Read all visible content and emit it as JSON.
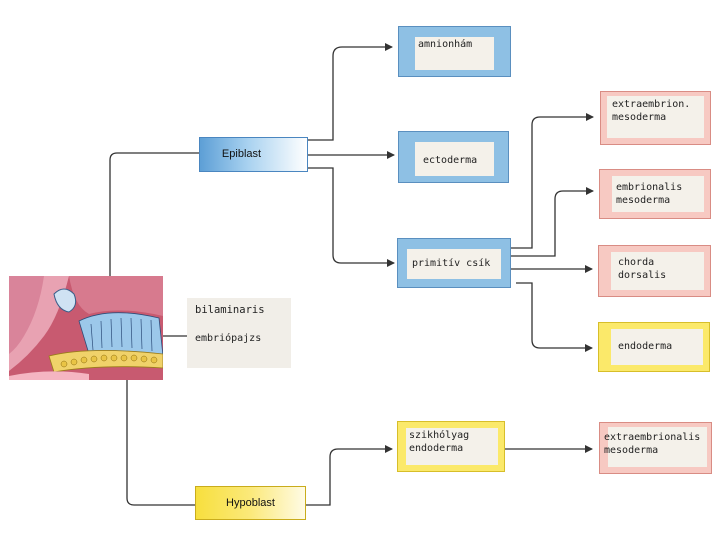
{
  "colors": {
    "blue": "#8ec0e4",
    "blue_border": "#5a8fbf",
    "pink": "#f7c9c2",
    "pink_border": "#d98c84",
    "yellow": "#fbe96a",
    "yellow_border": "#d7be2a",
    "line": "#333333"
  },
  "nodes": {
    "epiblast": "Epiblast",
    "hypoblast": "Hypoblast",
    "amnionhám": "amnionhám",
    "ectoderma": "ectoderma",
    "primitiv_csik": "primitív csík",
    "extraembrion_mesoderma": "extraembrion.\nmesoderma",
    "embrionalis_mesoderma": "embrionalis\nmesoderma",
    "chorda_dorsalis": "chorda\ndorsalis",
    "endoderma": "endoderma",
    "szikholyag_endoderma": "szikhólyag\nendoderma",
    "extraembrionalis_mesoderma": "extraembrionalis\nmesoderma",
    "bilaminaris": "bilaminaris",
    "embriopajzs": "embriópajzs"
  },
  "illustration": "bilaminar-embryo-illustration"
}
